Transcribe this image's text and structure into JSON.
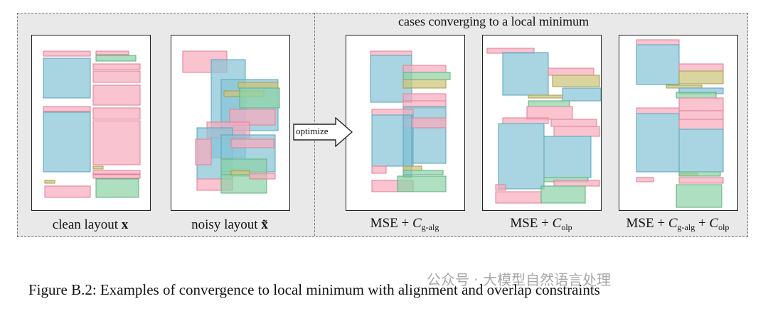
{
  "figure": {
    "header": "cases converging to a local minimum",
    "arrow_label": "optimize",
    "caption": "Figure B.2: Examples of convergence to local minimum with alignment and overlap constraints",
    "watermark": "公众号 · 大模型自然语言处理"
  },
  "panels": [
    {
      "id": "clean",
      "label_prefix": "clean layout ",
      "label_symbol": "x"
    },
    {
      "id": "noisy",
      "label_prefix": "noisy layout ",
      "label_symbol": "x̃"
    },
    {
      "id": "alg",
      "label_prefix": "MSE + ",
      "term1": "C",
      "term1_sub": "g-alg"
    },
    {
      "id": "olp",
      "label_prefix": "MSE + ",
      "term1": "C",
      "term1_sub": "olp"
    },
    {
      "id": "both",
      "label_prefix": "MSE + ",
      "term1": "C",
      "term1_sub": "g-alg",
      "plus": " + ",
      "term2": "C",
      "term2_sub": "olp"
    }
  ],
  "colors": {
    "pink": "#f7acbe",
    "blue": "#87c5d6",
    "green": "#8ed2a8",
    "olive": "#ccc478"
  }
}
